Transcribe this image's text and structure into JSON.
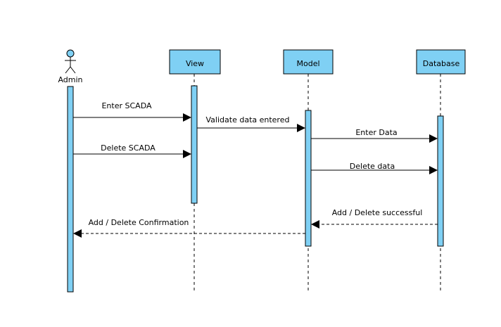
{
  "diagram": {
    "type": "sequence",
    "participants": [
      {
        "id": "admin",
        "label": "Admin",
        "kind": "actor"
      },
      {
        "id": "view",
        "label": "View",
        "kind": "box"
      },
      {
        "id": "model",
        "label": "Model",
        "kind": "box"
      },
      {
        "id": "database",
        "label": "Database",
        "kind": "box"
      }
    ],
    "messages": [
      {
        "from": "admin",
        "to": "view",
        "label": "Enter SCADA",
        "style": "solid"
      },
      {
        "from": "view",
        "to": "model",
        "label": "Validate data entered",
        "style": "solid"
      },
      {
        "from": "admin",
        "to": "view",
        "label": "Delete SCADA",
        "style": "solid"
      },
      {
        "from": "model",
        "to": "database",
        "label": "Enter Data",
        "style": "solid"
      },
      {
        "from": "model",
        "to": "database",
        "label": "Delete data",
        "style": "solid"
      },
      {
        "from": "database",
        "to": "model",
        "label": "Add / Delete successful",
        "style": "dashed"
      },
      {
        "from": "model",
        "to": "admin",
        "label": "Add / Delete Confirmation",
        "style": "dashed"
      }
    ],
    "colors": {
      "participant_fill": "#7fd0f4",
      "activation_fill": "#7fd0f4",
      "line": "#000000",
      "actor_head_fill": "#7fd0f4"
    }
  }
}
